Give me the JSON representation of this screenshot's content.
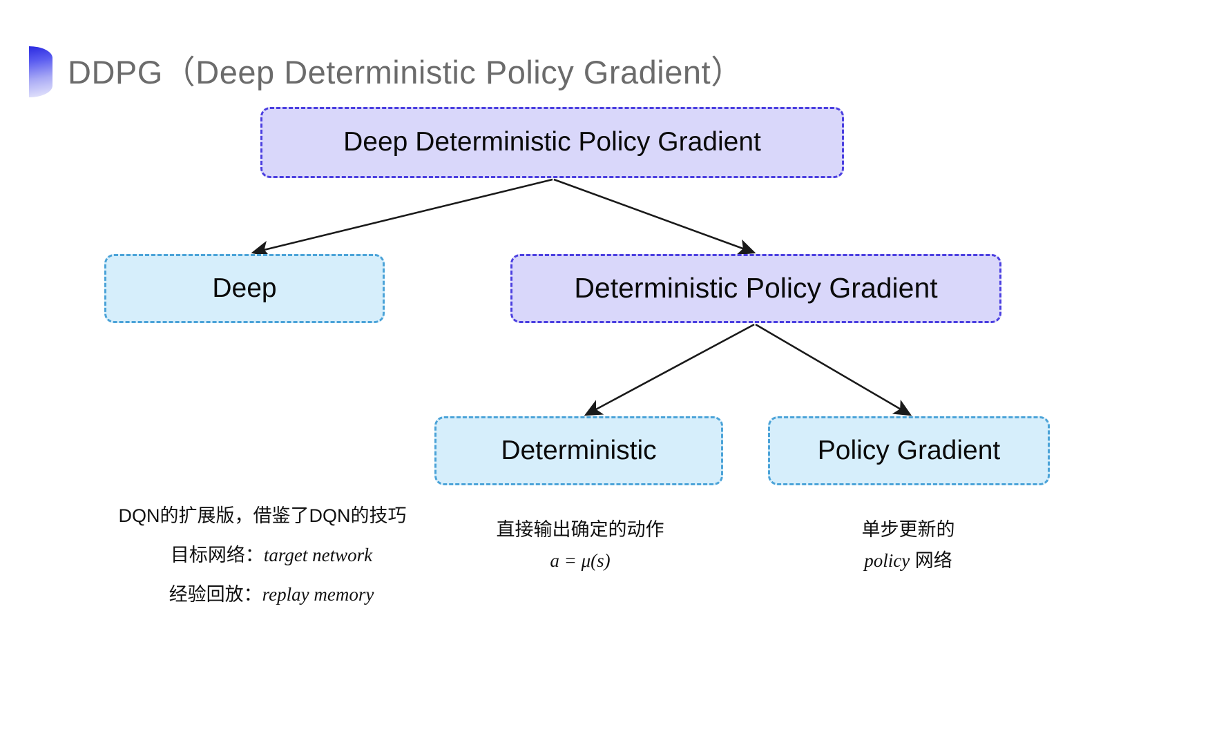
{
  "slide": {
    "title": "DDPG（Deep Deterministic Policy Gradient）",
    "background_color": "#ffffff",
    "title_color": "#6b6b6b",
    "bullet_color": "#2a2ae0"
  },
  "colors": {
    "purple_fill": "#d9d7fa",
    "purple_border": "#4b3fe0",
    "blue_fill": "#d6eefb",
    "blue_border": "#4ba3d8",
    "arrow": "#1a1a1a"
  },
  "diagram": {
    "nodes": {
      "root": {
        "label": "Deep Deterministic Policy Gradient",
        "style": "purple"
      },
      "deep": {
        "label": "Deep",
        "style": "blue"
      },
      "dpg": {
        "label": "Deterministic Policy Gradient",
        "style": "purple"
      },
      "deterministic": {
        "label": "Deterministic",
        "style": "blue"
      },
      "policy_gradient": {
        "label": "Policy Gradient",
        "style": "blue"
      }
    },
    "edges": [
      {
        "from": "root",
        "to": "deep"
      },
      {
        "from": "root",
        "to": "dpg"
      },
      {
        "from": "dpg",
        "to": "deterministic"
      },
      {
        "from": "dpg",
        "to": "policy_gradient"
      }
    ]
  },
  "annotations": {
    "deep": {
      "line1": "DQN的扩展版，借鉴了DQN的技巧",
      "line2_label": "目标网络：",
      "line2_term": "target network",
      "line3_label": "经验回放：",
      "line3_term": "replay memory"
    },
    "deterministic": {
      "line1": "直接输出确定的动作",
      "formula": "a = μ(s)"
    },
    "policy_gradient": {
      "line1": "单步更新的",
      "line2_term": "policy",
      "line2_suffix": " 网络"
    }
  }
}
